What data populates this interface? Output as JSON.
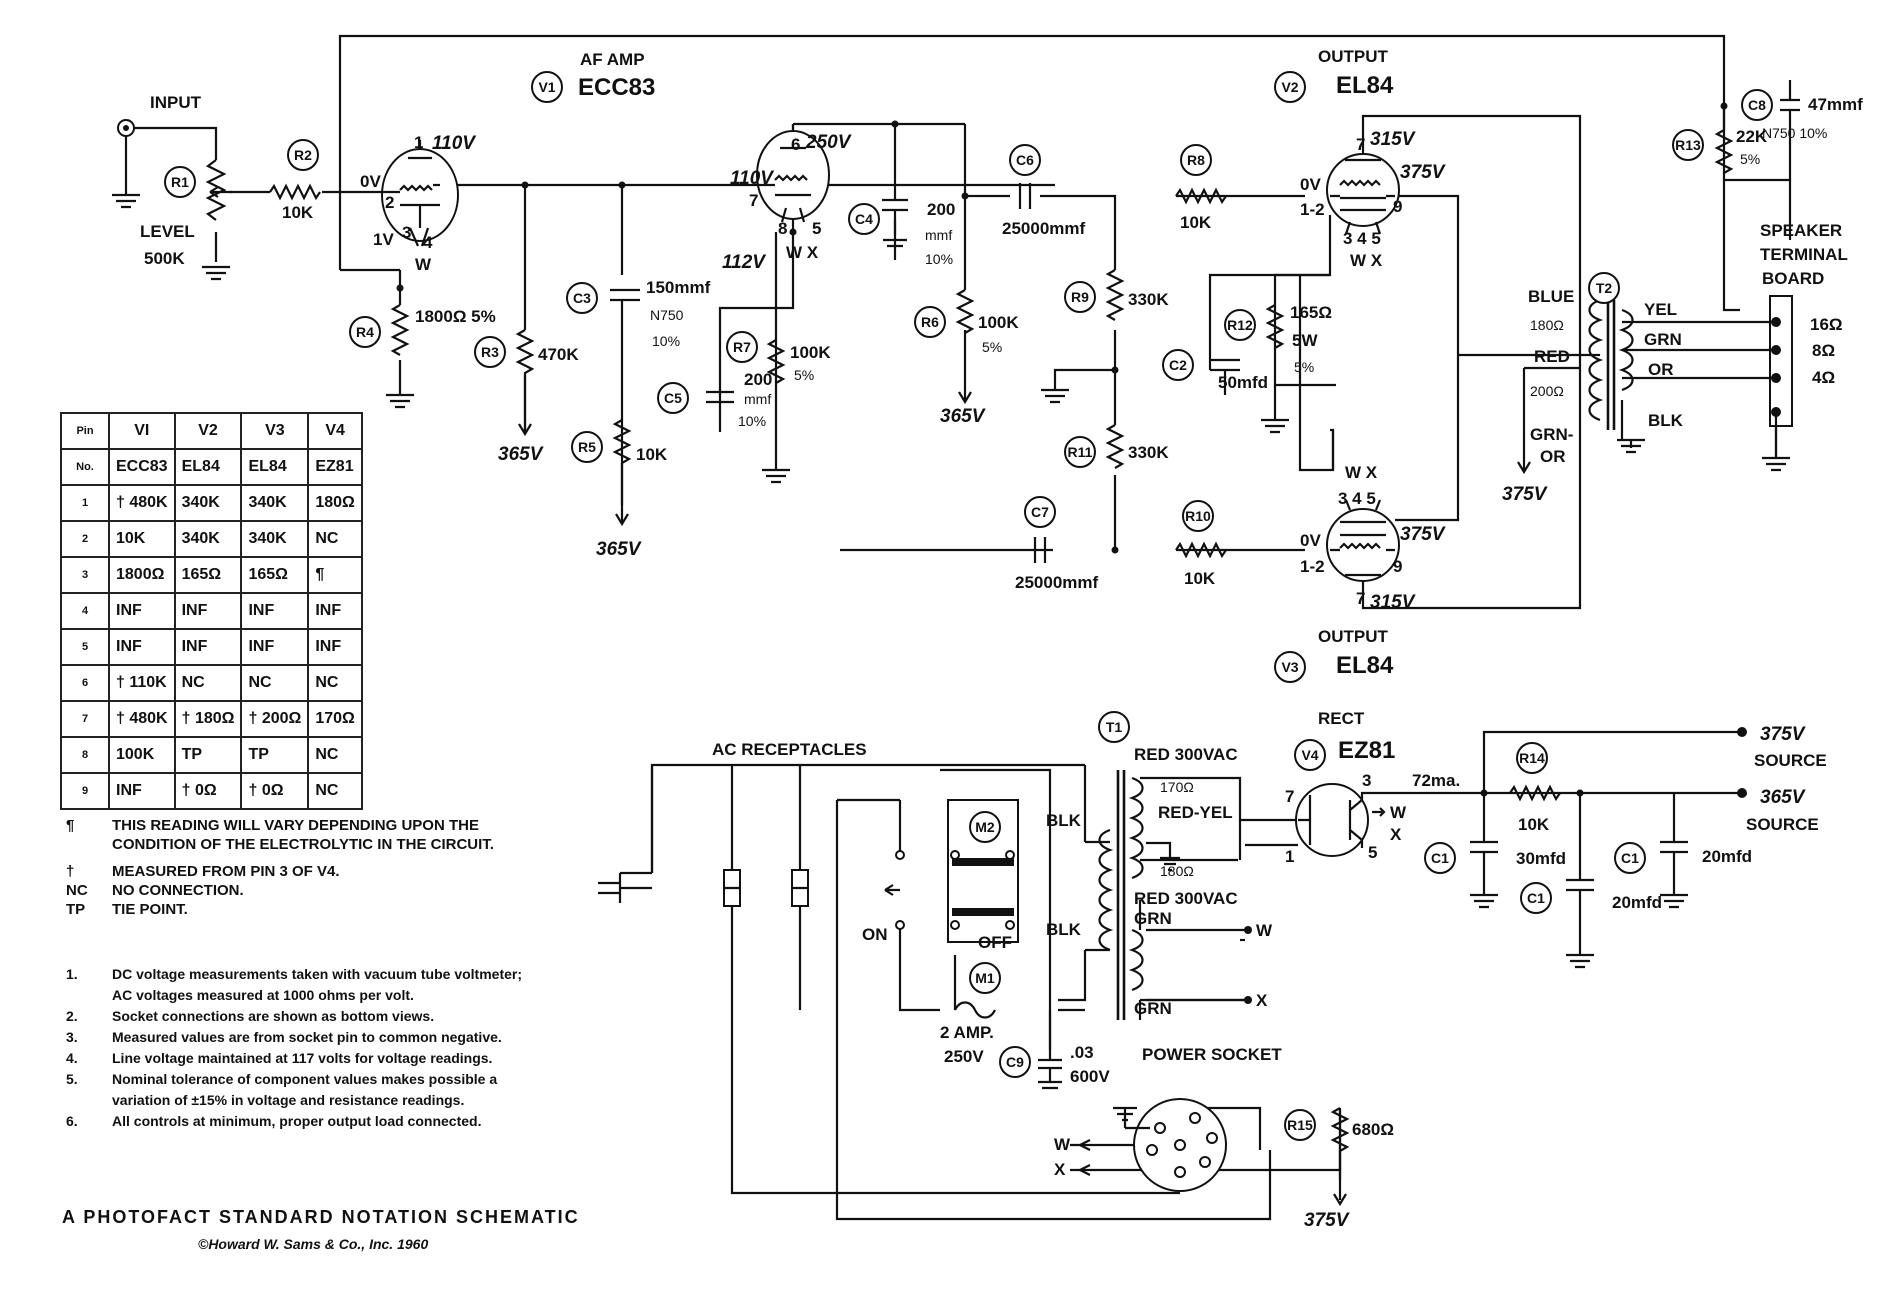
{
  "labels": {
    "input": "INPUT",
    "level": "LEVEL",
    "level_val": "500K",
    "r1": "R1",
    "r2": "R2",
    "r2_val": "10K",
    "r3": "R3",
    "r3_val": "470K",
    "r4": "R4",
    "r4_val": "1800Ω 5%",
    "r5": "R5",
    "r5_val": "10K",
    "r6": "R6",
    "r6_val": "100K",
    "r6_tol": "5%",
    "r7": "R7",
    "r7_val": "100K",
    "r7_tol": "5%",
    "r8": "R8",
    "r8_val": "10K",
    "r9": "R9",
    "r9_val": "330K",
    "r10": "R10",
    "r10_val": "10K",
    "r11": "R11",
    "r11_val": "330K",
    "r12": "R12",
    "r12_val": "165Ω",
    "r12_w": "5W",
    "r12_tol": "5%",
    "r13": "R13",
    "r13_val": "22K",
    "r13_tol": "5%",
    "r14": "R14",
    "r14_val": "10K",
    "r15": "R15",
    "r15_val": "680Ω",
    "c3": "C3",
    "c3_val": "150mmf",
    "c3_n": "N750",
    "c3_tol": "10%",
    "c4": "C4",
    "c4_val": "200",
    "c4_unit": "mmf",
    "c4_tol": "10%",
    "c5": "C5",
    "c5_val": "200",
    "c5_unit": "mmf",
    "c5_tol": "10%",
    "c6": "C6",
    "c6_val": "25000mmf",
    "c7": "C7",
    "c7_val": "25000mmf",
    "c8": "C8",
    "c8_val": "47mmf",
    "c8_n": "N750 10%",
    "c2": "C2",
    "c2_val": "50mfd",
    "c9": "C9",
    "c9_val": ".03",
    "c9_v": "600V",
    "c1a": "C1",
    "c1a_val": "30mfd",
    "c1b": "C1",
    "c1b_val": "20mfd",
    "c1c": "C1",
    "c1c_val": "20mfd",
    "v1": "V1",
    "v1_role": "AF AMP",
    "v1_type": "ECC83",
    "v2": "V2",
    "v2_role": "OUTPUT",
    "v2_type": "EL84",
    "v3": "V3",
    "v3_role": "OUTPUT",
    "v3_type": "EL84",
    "v4": "V4",
    "v4_role": "RECT",
    "v4_type": "EZ81",
    "t1": "T1",
    "t2": "T2",
    "m1": "M1",
    "m2": "M2",
    "speaker": [
      "SPEAKER",
      "TERMINAL",
      "BOARD"
    ],
    "tap16": "16Ω",
    "tap8": "8Ω",
    "tap4": "4Ω",
    "yel": "YEL",
    "grn": "GRN",
    "or": "OR",
    "blk": "BLK",
    "blue": "BLUE",
    "blue_ohm": "180Ω",
    "red": "RED",
    "red_ohm": "200Ω",
    "grn_or": "GRN-",
    "grn_or2": "OR",
    "v_110": "110V",
    "v_0": "0V",
    "v_1": "1V",
    "v_250": "250V",
    "v_110b": "110V",
    "v_112": "112V",
    "v_315a": "315V",
    "v_375a": "375V",
    "v_0b": "0V",
    "v_315b": "315V",
    "v_375b": "375V",
    "v_0c": "0V",
    "v_365a": "365V",
    "v_365b": "365V",
    "v_365c": "365V",
    "v_375c": "375V",
    "v_375d": "375V",
    "src_375": "375V",
    "src_365": "365V",
    "source": "SOURCE",
    "ac_receptacles": "AC RECEPTACLES",
    "on": "ON",
    "off": "OFF",
    "fuse": "2 AMP.",
    "fuse_v": "250V",
    "red_300a": "RED  300VAC",
    "red_300b": "RED  300VAC",
    "ohm_170": "170Ω",
    "red_yel": "RED-YEL",
    "ohm_180": "180Ω",
    "blk1": "BLK",
    "blk2": "BLK",
    "grn1": "GRN",
    "grn2": "GRN",
    "w": "W",
    "x": "X",
    "ma": "72ma.",
    "power_socket": "POWER SOCKET",
    "pin_12a": "1-2",
    "pin_12b": "1-2",
    "wx": "W X"
  },
  "pin_table": {
    "headers": [
      "Pin",
      "VI",
      "V2",
      "V3",
      "V4"
    ],
    "rows": [
      [
        "No.",
        "ECC83",
        "EL84",
        "EL84",
        "EZ81"
      ],
      [
        "1",
        "† 480K",
        "340K",
        "340K",
        "180Ω"
      ],
      [
        "2",
        "10K",
        "340K",
        "340K",
        "NC"
      ],
      [
        "3",
        "1800Ω",
        "165Ω",
        "165Ω",
        "¶"
      ],
      [
        "4",
        "INF",
        "INF",
        "INF",
        "INF"
      ],
      [
        "5",
        "INF",
        "INF",
        "INF",
        "INF"
      ],
      [
        "6",
        "† 110K",
        "NC",
        "NC",
        "NC"
      ],
      [
        "7",
        "† 480K",
        "† 180Ω",
        "† 200Ω",
        "170Ω"
      ],
      [
        "8",
        "100K",
        "TP",
        "TP",
        "NC"
      ],
      [
        "9",
        "INF",
        "† 0Ω",
        "† 0Ω",
        "NC"
      ]
    ]
  },
  "legend": [
    {
      "sym": "¶",
      "text": "THIS READING WILL VARY DEPENDING UPON THE"
    },
    {
      "sym": "",
      "text": "CONDITION OF THE ELECTROLYTIC IN THE CIRCUIT."
    },
    {
      "sym": "†",
      "text": "MEASURED FROM PIN 3 OF V4."
    },
    {
      "sym": "NC",
      "text": "NO CONNECTION."
    },
    {
      "sym": "TP",
      "text": "TIE POINT."
    }
  ],
  "notes": [
    {
      "n": "1.",
      "text": "DC voltage measurements taken with vacuum tube voltmeter;"
    },
    {
      "n": "",
      "text": "AC voltages measured at 1000 ohms per volt."
    },
    {
      "n": "2.",
      "text": "Socket connections are shown as bottom views."
    },
    {
      "n": "3.",
      "text": "Measured values are from socket pin to common negative."
    },
    {
      "n": "4.",
      "text": "Line voltage maintained at 117 volts for voltage readings."
    },
    {
      "n": "5.",
      "text": "Nominal tolerance of component values makes possible a"
    },
    {
      "n": "",
      "text": "variation of ±15% in voltage and resistance readings."
    },
    {
      "n": "6.",
      "text": "All controls at minimum, proper output load connected."
    }
  ],
  "footer": {
    "title": "A PHOTOFACT STANDARD NOTATION SCHEMATIC",
    "copyright": "©Howard W. Sams & Co., Inc. 1960"
  }
}
